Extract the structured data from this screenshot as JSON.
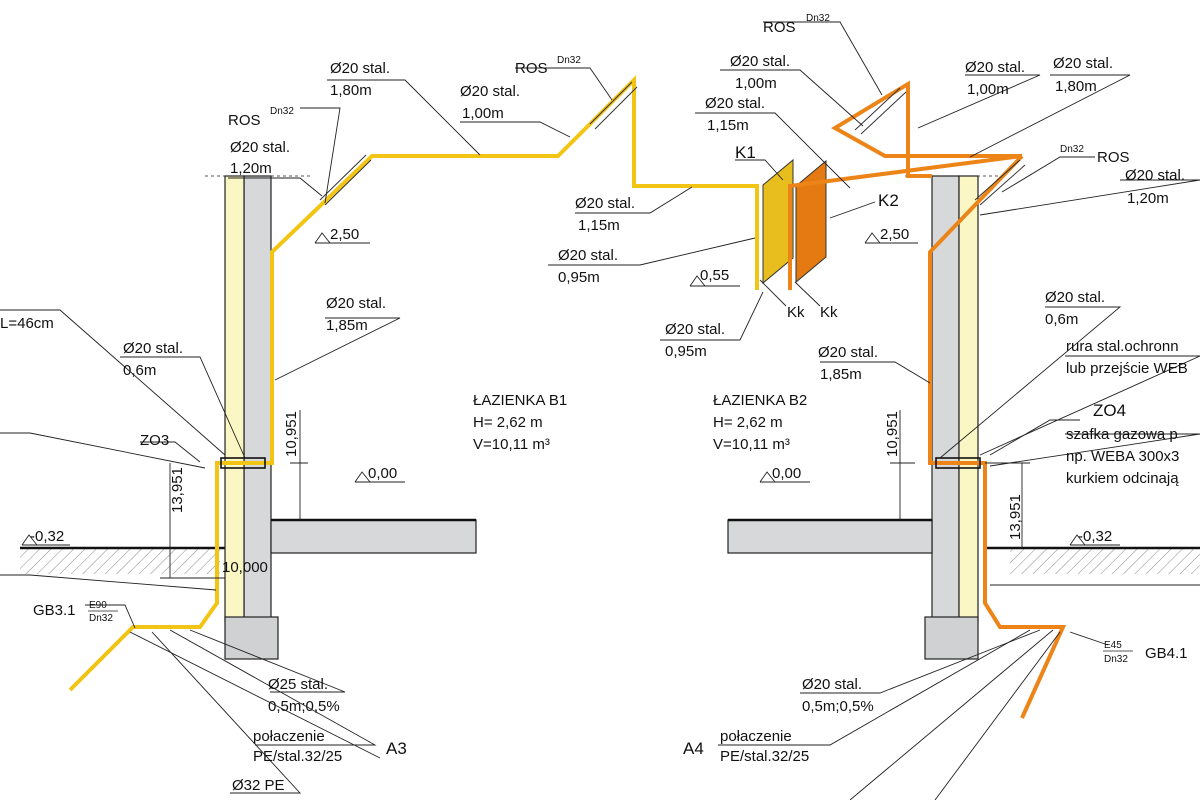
{
  "colors": {
    "pipe_b1": "#f2c515",
    "pipe_b2": "#ec8418",
    "meter_k1": "#e8bd1e",
    "meter_k2": "#e57a12",
    "wall": "#d6d8da",
    "insulation": "#fbf7c4"
  },
  "rooms": {
    "b1": {
      "name": "ŁAZIENKA B1",
      "height": "H= 2,62 m",
      "volume": "V=10,11 m³"
    },
    "b2": {
      "name": "ŁAZIENKA B2",
      "height": "H= 2,62 m",
      "volume": "V=10,11 m³"
    }
  },
  "left": {
    "ros": "ROS",
    "ros_dn": "Dn32",
    "ros2": "ROS",
    "ros2_dn": "Dn32",
    "p120": [
      "Ø20 stal.",
      "1,20m"
    ],
    "p180": [
      "Ø20 stal.",
      "1,80m"
    ],
    "p100": [
      "Ø20 stal.",
      "1,00m"
    ],
    "p115": [
      "Ø20 stal.",
      "1,15m"
    ],
    "p095a": [
      "Ø20 stal.",
      "0,95m"
    ],
    "p095b": [
      "Ø20 stal.",
      "0,95m"
    ],
    "p185": [
      "Ø20 stal.",
      "1,85m"
    ],
    "p06": [
      "Ø20 stal.",
      "0,6m"
    ],
    "l46": "L=46cm",
    "zo": "ZO3",
    "lvl_250": "2,50",
    "lvl_055": "0,55",
    "lvl_000": "0,00",
    "lvl_032": "-0,32",
    "dim_10951": "10,951",
    "dim_13951": "13,951",
    "dim_10000": "10,000",
    "gb": "GB3.1",
    "gb_fire": "E90",
    "gb_dn": "Dn32",
    "p25": [
      "Ø25 stal.",
      "0,5m;0,5%"
    ],
    "conn": [
      "połaczenie",
      "PE/stal.32/25"
    ],
    "conn_tag": "A3",
    "pe": "Ø32 PE"
  },
  "meters": {
    "k1": "K1",
    "k2": "K2",
    "kk1": "Kk",
    "kk2": "Kk"
  },
  "right": {
    "ros_top": "ROS",
    "ros_top_dn": "Dn32",
    "p100a": [
      "Ø20 stal.",
      "1,00m"
    ],
    "p115": [
      "Ø20 stal.",
      "1,15m"
    ],
    "p100b": [
      "Ø20 stal.",
      "1,00m"
    ],
    "p180": [
      "Ø20 stal.",
      "1,80m"
    ],
    "ros_side": "ROS",
    "ros_side_dn": "Dn32",
    "p120": [
      "Ø20 stal.",
      "1,20m"
    ],
    "lvl_250": "2,50",
    "p06": [
      "Ø20 stal.",
      "0,6m"
    ],
    "p185": [
      "Ø20 stal.",
      "1,85m"
    ],
    "sleeve": [
      "rura stal.ochronn",
      "lub przejście WEB"
    ],
    "zo": "ZO4",
    "cabinet": [
      "szafka gazowa p",
      "np. WEBA 300x3",
      "kurkiem odcinają"
    ],
    "lvl_000": "0,00",
    "lvl_032": "-0,32",
    "dim_10951": "10,951",
    "dim_13951": "13,951",
    "gb": "GB4.1",
    "gb_fire": "E45",
    "gb_dn": "Dn32",
    "p20": [
      "Ø20 stal.",
      "0,5m;0,5%"
    ],
    "conn": [
      "połaczenie",
      "PE/stal.32/25"
    ],
    "conn_tag": "A4"
  }
}
